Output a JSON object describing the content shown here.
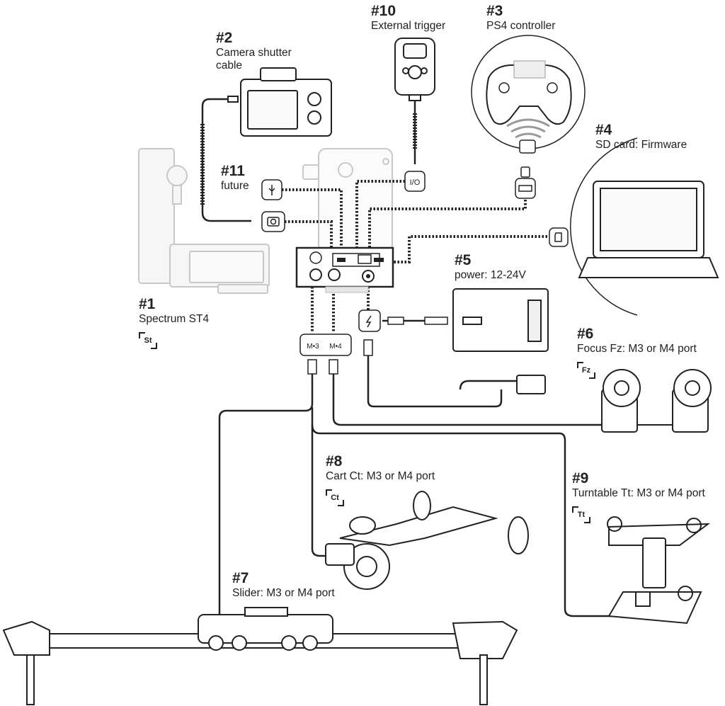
{
  "labels": {
    "n1": {
      "num": "#1",
      "text": "Spectrum ST4",
      "badge": "St"
    },
    "n2": {
      "num": "#2",
      "line1": "Camera shutter",
      "line2": "cable"
    },
    "n3": {
      "num": "#3",
      "text": "PS4 controller"
    },
    "n4": {
      "num": "#4",
      "text": "SD card: Firmware"
    },
    "n5": {
      "num": "#5",
      "text": "power: 12-24V"
    },
    "n6": {
      "num": "#6",
      "text": "Focus Fz: M3 or M4 port",
      "badge": "Fz"
    },
    "n7": {
      "num": "#7",
      "text": "Slider: M3 or M4 port"
    },
    "n8": {
      "num": "#8",
      "text": "Cart Ct: M3 or M4 port",
      "badge": "Ct"
    },
    "n9": {
      "num": "#9",
      "text": "Turntable Tt: M3 or M4 port",
      "badge": "Tt"
    },
    "n10": {
      "num": "#10",
      "text": "External trigger"
    },
    "n11": {
      "num": "#11",
      "text": "future"
    }
  },
  "ports": {
    "m3": "M•3",
    "m4": "M•4",
    "io": "I/O",
    "power_icon": "lightning-icon",
    "usb_icon": "usb-icon",
    "camera_icon": "camera-icon",
    "sd_icon": "sd-card-icon",
    "dongle_icon": "bluetooth-dongle-icon"
  },
  "colors": {
    "line": "#222222",
    "ghost": "#c8c8c8",
    "ghost_fill": "#f4f4f4"
  }
}
